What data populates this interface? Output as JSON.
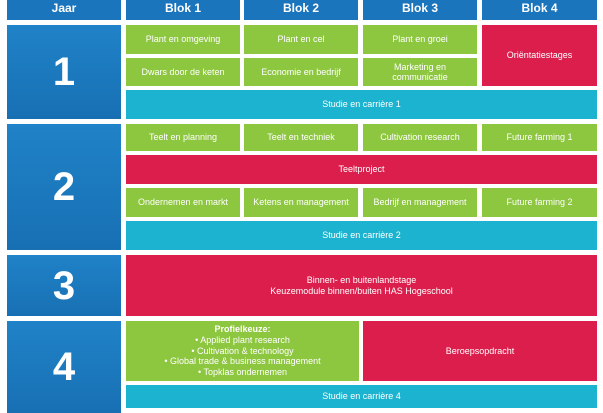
{
  "header": {
    "jaar": "Jaar",
    "blok1": "Blok 1",
    "blok2": "Blok 2",
    "blok3": "Blok 3",
    "blok4": "Blok 4"
  },
  "years": {
    "y1": "1",
    "y2": "2",
    "y3": "3",
    "y4": "4"
  },
  "year1": {
    "plant_omgeving": "Plant en omgeving",
    "plant_cel": "Plant en cel",
    "plant_groei": "Plant en groei",
    "orientatiestages": "Oriëntatiestages",
    "dwars": "Dwars door de keten",
    "economie": "Economie en bedrijf",
    "marketing_1": "Marketing en",
    "marketing_2": "communicatie",
    "studie": "Studie en carrière 1"
  },
  "year2": {
    "teelt_planning": "Teelt en planning",
    "teelt_techniek": "Teelt en techniek",
    "cultivation_research": "Cultivation research",
    "future_farming_1": "Future farming 1",
    "teeltproject": "Teeltproject",
    "ondernemen": "Ondernemen en markt",
    "ketens": "Ketens en management",
    "bedrijf": "Bedrijf en management",
    "future_farming_2": "Future farming 2",
    "studie": "Studie en carrière 2"
  },
  "year3": {
    "stage_1": "Binnen- en buitenlandstage",
    "stage_2": "Keuzemodule binnen/buiten HAS Hogeschool"
  },
  "year4": {
    "profiel_title": "Profielkeuze:",
    "profiel_items": [
      "• Applied plant research",
      "• Cultivation & technology",
      "• Global trade & business management",
      "• Topklas ondernemen"
    ],
    "beroepsopdracht": "Beroepsopdracht",
    "studie": "Studie en carrière 4"
  },
  "colors": {
    "blue": "#1b75bc",
    "green": "#8dc63f",
    "teal": "#1bb3cf",
    "red": "#db1e4b"
  }
}
